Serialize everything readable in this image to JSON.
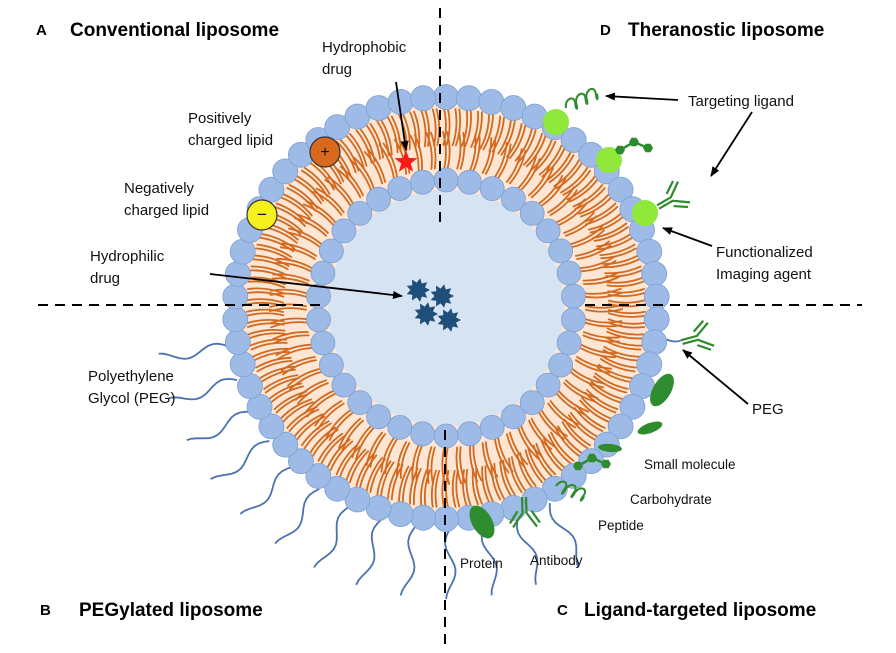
{
  "quadrants": {
    "a": {
      "letter": "A",
      "title": "Conventional liposome"
    },
    "b": {
      "letter": "B",
      "title": "PEGylated liposome"
    },
    "c": {
      "letter": "C",
      "title": "Ligand-targeted liposome"
    },
    "d": {
      "letter": "D",
      "title": "Theranostic liposome"
    }
  },
  "labels": {
    "hydrophobic_drug": [
      "Hydrophobic",
      "drug"
    ],
    "positive_lipid": [
      "Positively",
      "charged lipid"
    ],
    "negative_lipid": [
      "Negatively",
      "charged lipid"
    ],
    "hydrophilic_drug": [
      "Hydrophilic",
      "drug"
    ],
    "peg_left": [
      "Polyethylene",
      "Glycol (PEG)"
    ],
    "targeting_ligand": "Targeting  ligand",
    "imaging_agent": [
      "Functionalized",
      "Imaging agent"
    ],
    "peg_right": "PEG",
    "small_molecule": "Small molecule",
    "carbohydrate": "Carbohydrate",
    "peptide": "Peptide",
    "protein": "Protein",
    "antibody": "Antibody"
  },
  "symbols": {
    "plus": "+",
    "minus": "−"
  },
  "colors": {
    "head": "#9dbbe6",
    "head_stroke": "#7f9fcf",
    "tail": "#d2691e",
    "bilayer_fill": "#fde6d4",
    "core_fill": "#d6e3f3",
    "drug": "#1f4e79",
    "ligand_green": "#2e8b2e",
    "imaging_green": "#8fe83a",
    "positive_lipid": "#d9691e",
    "negative_lipid": "#f5f01e",
    "peg_line": "#4a72b0",
    "star": "#ff1a1a"
  }
}
